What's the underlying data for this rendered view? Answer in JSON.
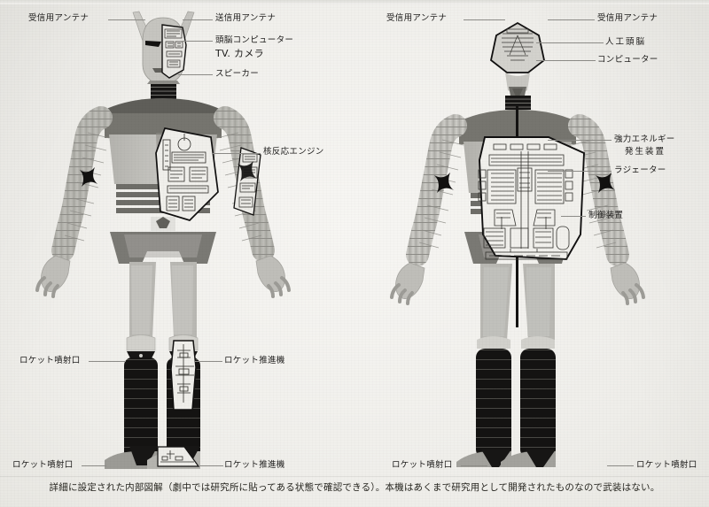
{
  "document": {
    "type": "scanned-book-page",
    "caption": "詳細に設定された内部図解（劇中では研究所に貼ってある状態で確認できる）。本機はあくまで研究用として開発されたものなので武装はない。",
    "background_color": "#f2f1ee",
    "ink_color": "#1d1c1b"
  },
  "figures": {
    "front": {
      "name": "front-view",
      "labels": {
        "receiving_antenna": "受信用アンテナ",
        "transmitting_antenna": "送信用アンテナ",
        "brain_computer": "頭脳コンピューター",
        "tv_camera": "TV. カメラ",
        "speaker": "スピーカー",
        "nuclear_engine": "核反応エンジン",
        "rocket_nozzle_knee": "ロケット噴射口",
        "rocket_thruster_knee": "ロケット推進機",
        "rocket_nozzle_foot": "ロケット噴射口",
        "rocket_thruster_foot": "ロケット推進機"
      }
    },
    "back": {
      "name": "back-view",
      "labels": {
        "receiving_antenna_left": "受信用アンテナ",
        "receiving_antenna_right": "受信用アンテナ",
        "artificial_brain": "人工頭脳",
        "computer": "コンピューター",
        "power_energy_generator_l1": "強力エネルギー",
        "power_energy_generator_l2": "発生装置",
        "radiator": "ラジェーター",
        "control_unit": "制御装置",
        "rocket_nozzle_left": "ロケット噴射口",
        "rocket_nozzle_right": "ロケット噴射口"
      }
    }
  },
  "palette": {
    "paper": "#f2f1ee",
    "body_light": "#c9c8c3",
    "body_mid": "#a8a7a2",
    "body_dark": "#8b8a85",
    "armor_dark": "#6f6e69",
    "black": "#141312",
    "cutaway_fill": "#efeeea",
    "cutaway_line": "#15140f",
    "lead_line": "#8d8c88"
  }
}
